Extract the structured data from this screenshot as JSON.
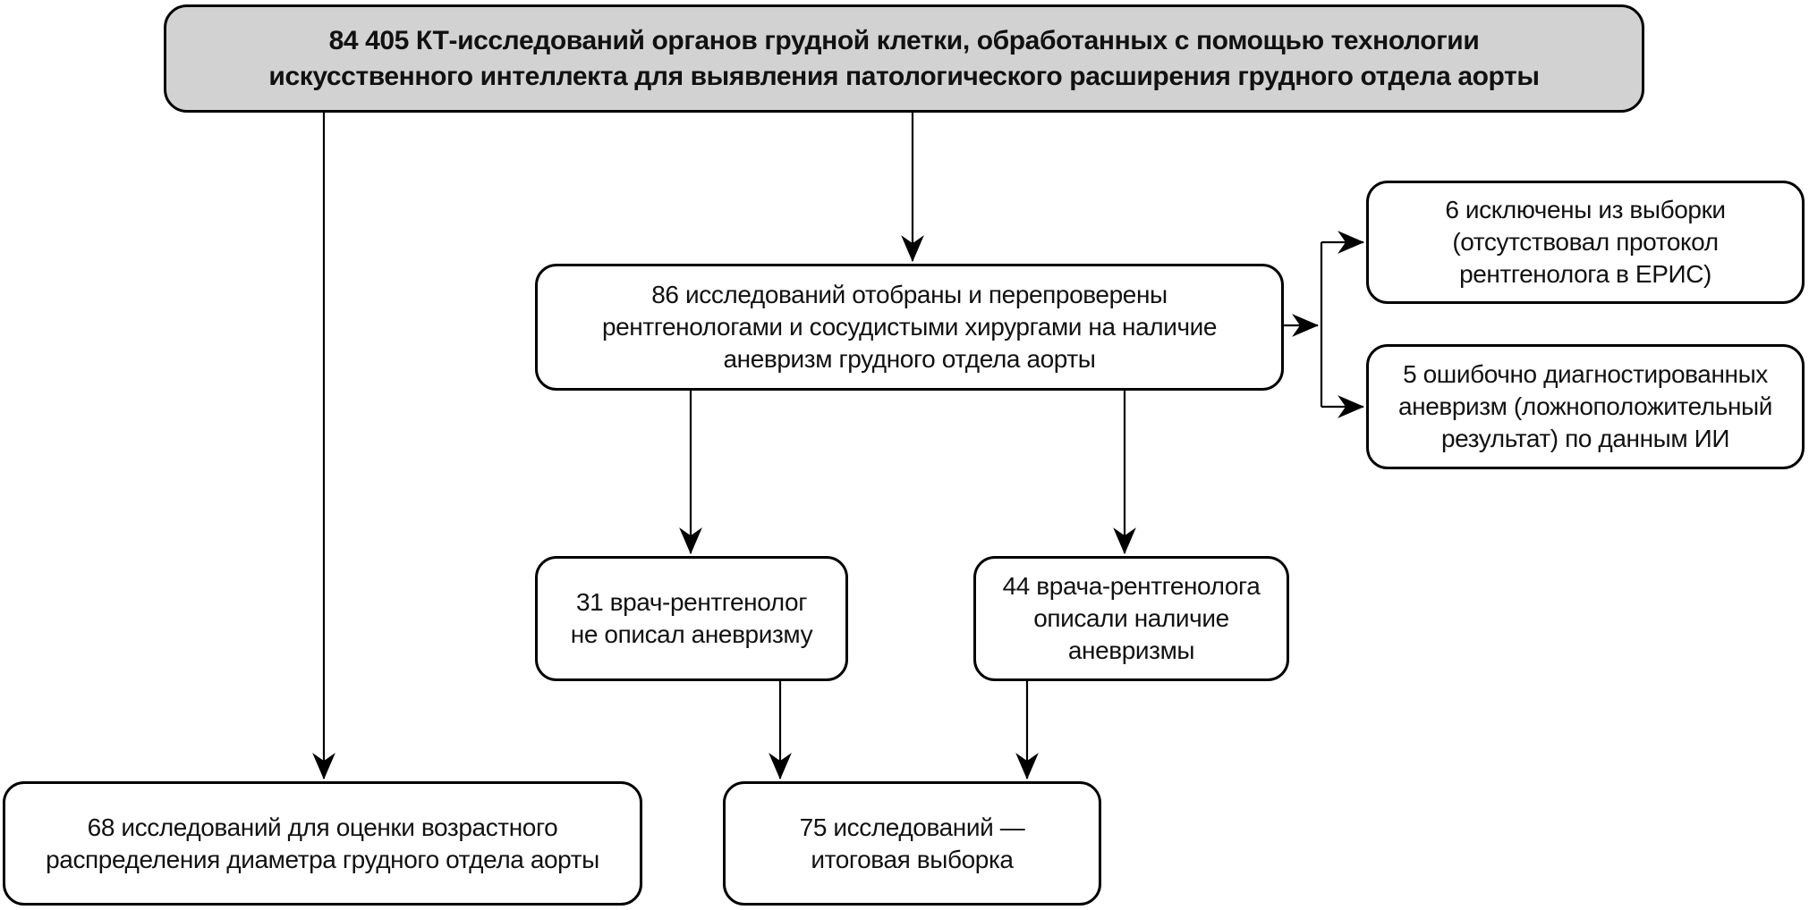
{
  "figure": {
    "type": "flowchart",
    "language": "ru",
    "colors": {
      "background": "#ffffff",
      "box_fill": "#ffffff",
      "top_box_fill": "#d2d2d2",
      "border": "#000000",
      "text": "#111111"
    },
    "nodes": {
      "total": {
        "value": "84 405",
        "lines": [
          "84 405 КТ-исследований органов грудной клетки, обработанных с помощью технологии",
          "искусственного интеллекта для выявления патологического расширения грудного отдела аорты"
        ]
      },
      "selected": {
        "value": "86",
        "lines": [
          "86 исследований отобраны и перепроверены",
          "рентгенологами и сосудистыми хирургами на наличие",
          "аневризм грудного отдела аорты"
        ]
      },
      "excluded": {
        "value": "6",
        "lines": [
          "6 исключены из выборки",
          "(отсутствовал протокол",
          "рентгенолога в ЕРИС)"
        ]
      },
      "false_positive": {
        "value": "5",
        "lines": [
          "5 ошибочно диагностированных",
          "аневризм (ложноположительный",
          "результат) по данным ИИ"
        ]
      },
      "not_described": {
        "value": "31",
        "lines": [
          "31 врач-рентгенолог",
          "не описал аневризму"
        ]
      },
      "described": {
        "value": "44",
        "lines": [
          "44 врача-рентгенолога",
          "описали наличие",
          "аневризмы"
        ]
      },
      "age_distribution": {
        "value": "68",
        "lines": [
          "68 исследований для оценки возрастного",
          "распределения диаметра грудного отдела аорты"
        ]
      },
      "final_sample": {
        "value": "75",
        "lines": [
          "75 исследований —",
          "итоговая выборка"
        ]
      }
    },
    "edges": [
      {
        "from": "total",
        "to": "age_distribution"
      },
      {
        "from": "total",
        "to": "selected"
      },
      {
        "from": "selected",
        "to": "excluded"
      },
      {
        "from": "selected",
        "to": "false_positive"
      },
      {
        "from": "selected",
        "to": "not_described"
      },
      {
        "from": "selected",
        "to": "described"
      },
      {
        "from": "not_described",
        "to": "final_sample"
      },
      {
        "from": "described",
        "to": "final_sample"
      }
    ]
  }
}
